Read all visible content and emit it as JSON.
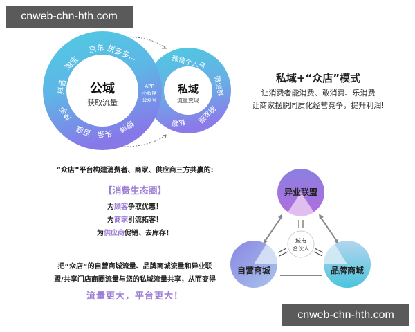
{
  "watermark": {
    "top": "cnweb-chn-hth.com",
    "bottom": "cnweb-chn-hth.com"
  },
  "public_domain": {
    "title": "公域",
    "subtitle": "获取流量",
    "ring_labels": [
      "拼多多...",
      "京东",
      "淘宝",
      "抖音",
      "快手",
      "百度",
      "头条",
      "微博"
    ]
  },
  "channels_between": [
    "APP",
    "小程序",
    "公众号"
  ],
  "private_domain": {
    "title": "私域",
    "subtitle": "流量变现",
    "ring_labels": [
      "微信个人号",
      "微信群",
      "朋友圈",
      "私聊"
    ]
  },
  "model": {
    "title": "私域+“众店”模式",
    "line1": "让消费者能消费、敢消费、乐消费",
    "line2": "让商家摆脱同质化经营竞争，提升利润!"
  },
  "ecosystem": {
    "intro": "“众店”平台构建消费者、商家、供应商三方共赢的:",
    "title": "【消费生态圈】",
    "items": [
      {
        "prefix": "为",
        "highlight": "顾客",
        "suffix": "争取优惠！"
      },
      {
        "prefix": "为",
        "highlight": "商家",
        "suffix": "引流拓客！"
      },
      {
        "prefix": "为",
        "highlight": "供应商",
        "suffix": "促销、去库存！"
      }
    ]
  },
  "summary": {
    "line1": "把”众店“的自营商城流量、品牌商城流量和异业联",
    "line2": "盟/共享门店商圈流量与您的私域流量共享，从而变得",
    "slogan": "流量更大，平台更大！"
  },
  "triangle": {
    "top": "异业联盟",
    "left": "自营商城",
    "right": "品牌商城",
    "center_line1": "城市",
    "center_line2": "合伙人"
  },
  "colors": {
    "accent_purple": "#9b7fd6",
    "ring_cyan": "#4cc3e0",
    "ring_violet": "#8a7ce6",
    "watermark_bg": "#5a5a5a"
  }
}
